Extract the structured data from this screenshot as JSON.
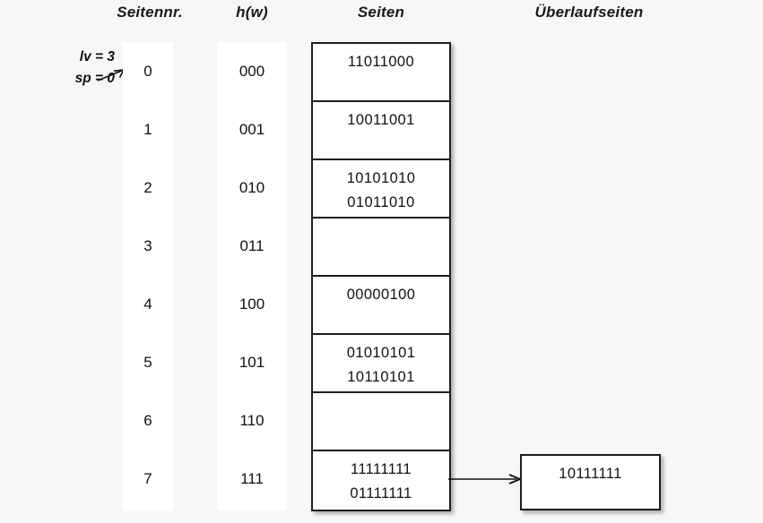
{
  "headers": {
    "seitennr": "Seitennr.",
    "hw": "h(w)",
    "seiten": "Seiten",
    "ueberlaufseiten": "Überlaufseiten"
  },
  "annotation": {
    "lv": "lv = 3",
    "sp": "sp = 0",
    "arrow_icon": "arrow-right-icon"
  },
  "rows": [
    {
      "index": "0",
      "hash": "000",
      "page_lines": [
        "11011000"
      ]
    },
    {
      "index": "1",
      "hash": "001",
      "page_lines": [
        "10011001"
      ]
    },
    {
      "index": "2",
      "hash": "010",
      "page_lines": [
        "10101010",
        "01011010"
      ]
    },
    {
      "index": "3",
      "hash": "011",
      "page_lines": []
    },
    {
      "index": "4",
      "hash": "100",
      "page_lines": [
        "00000100"
      ]
    },
    {
      "index": "5",
      "hash": "101",
      "page_lines": [
        "01010101",
        "10110101"
      ]
    },
    {
      "index": "6",
      "hash": "110",
      "page_lines": []
    },
    {
      "index": "7",
      "hash": "111",
      "page_lines": [
        "11111111",
        "01111111"
      ]
    }
  ],
  "overflow": {
    "value": "10111111",
    "from_row": "7",
    "connector_icon": "arrow-right-icon"
  },
  "colors": {
    "background": "#f7f7f7",
    "band": "#ffffff",
    "box_border": "#1d1d1d",
    "text": "#111111"
  }
}
